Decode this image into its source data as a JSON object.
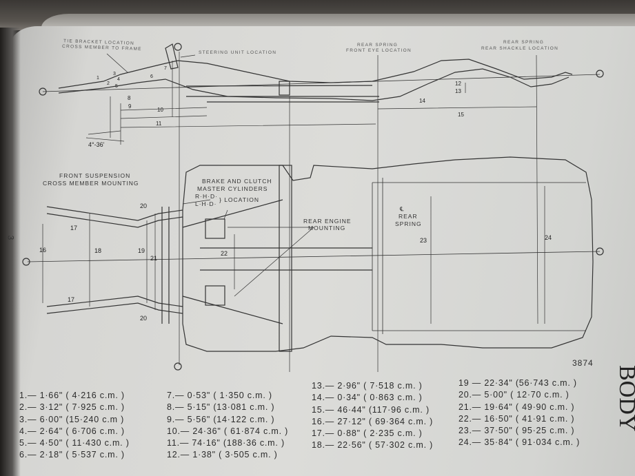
{
  "labels": {
    "tie_bracket_line1": "TIE BRACKET LOCATION",
    "tie_bracket_line2": "CROSS MEMBER TO FRAME",
    "steering_unit": "STEERING UNIT LOCATION",
    "rear_spring_front_line1": "REAR SPRING",
    "rear_spring_front_line2": "FRONT EYE LOCATION",
    "rear_spring_rear_line1": "REAR SPRING",
    "rear_spring_rear_line2": "REAR SHACKLE LOCATION",
    "front_susp_line1": "FRONT SUSPENSION",
    "front_susp_line2": "CROSS MEMBER MOUNTING",
    "brake_line1": "BRAKE AND CLUTCH",
    "brake_line2": "MASTER CYLINDERS",
    "rhd": "R·H·D·",
    "lhd": "L·H·D·",
    "location": "} LOCATION",
    "rear_engine_line1": "REAR ENGINE",
    "rear_engine_line2": "MOUNTING",
    "cl_symbol": "℄",
    "rear_spring_cl_line1": "REAR",
    "rear_spring_cl_line2": "SPRING",
    "angle": "4°-36'"
  },
  "dimension_numbers": {
    "d1": "1",
    "d2": "2",
    "d3": "3",
    "d4": "4",
    "d5": "5",
    "d6": "6",
    "d7": "7",
    "d8": "8",
    "d9": "9",
    "d10": "10",
    "d11": "11",
    "d12": "12",
    "d13": "13",
    "d14": "14",
    "d15": "15",
    "d16": "16",
    "d17a": "17",
    "d17b": "17",
    "d18": "18",
    "d19": "19",
    "d20a": "20",
    "d20b": "20",
    "d21": "21",
    "d22": "22",
    "d23": "23",
    "d24": "24"
  },
  "figure_number": "3874",
  "page_number": "3",
  "section_tab": "BODY",
  "legend": {
    "col1": [
      "1.— 1·66\" ( 4·216 c.m. )",
      "2.— 3·12\" ( 7·925 c.m. )",
      "3.— 6·00\" (15·240 c.m )",
      "4.— 2·64\" ( 6·706 c.m. )",
      "5.— 4·50\" ( 11·430 c.m. )",
      "6.— 2·18\" ( 5·537 c.m. )"
    ],
    "col2": [
      "7.— 0·53\" ( 1·350 c.m. )",
      "8.— 5·15\" (13·081 c.m. )",
      "9.— 5·56\" (14·122 c.m. )",
      "10.— 24·36\" ( 61·874 c.m. )",
      "11.— 74·16\" (188·36 c.m. )",
      "12.— 1·38\" ( 3·505 c.m. )"
    ],
    "col3": [
      "13.— 2·96\" ( 7·518 c.m. )",
      "14.— 0·34\" ( 0·863 c.m. )",
      "15.— 46·44\" (117·96 c.m. )",
      "16.— 27·12\" ( 69·364 c.m. )",
      "17.— 0·88\" ( 2·235 c.m. )",
      "18.— 22·56\" ( 57·302 c.m. )"
    ],
    "col4": [
      "19 — 22·34\" (56·743 c.m. )",
      "20.— 5·00\" ( 12·70 c.m. )",
      "21.— 19·64\" ( 49·90 c.m. )",
      "22.— 16·50\" ( 41·91 c.m. )",
      "23.— 37·50\" ( 95·25 c.m. )",
      "24.— 35·84\" ( 91·034 c.m. )"
    ]
  }
}
